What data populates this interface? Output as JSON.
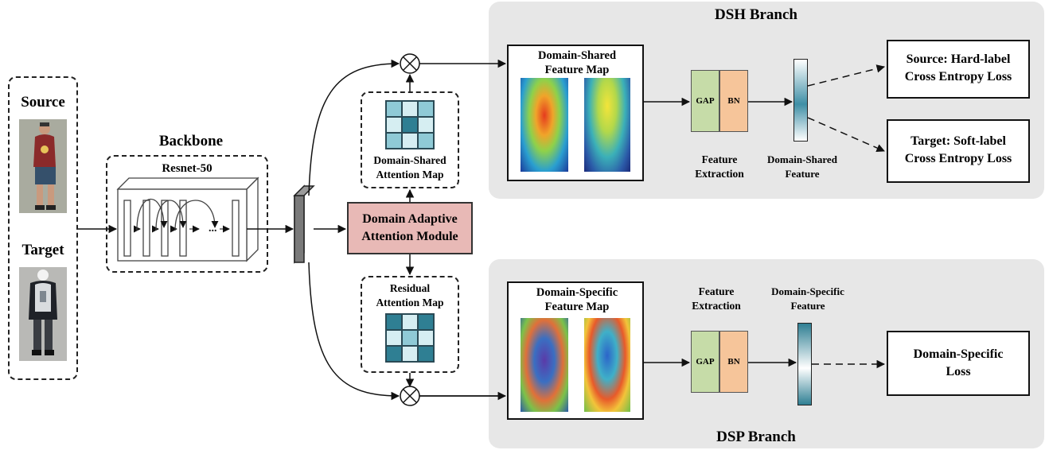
{
  "input": {
    "source_label": "Source",
    "target_label": "Target"
  },
  "backbone": {
    "title": "Backbone",
    "model": "Resnet-50",
    "ellipsis": "..."
  },
  "module": {
    "line1": "Domain Adaptive",
    "line2": "Attention Module"
  },
  "shared_attention": {
    "line1": "Domain-Shared",
    "line2": "Attention Map",
    "cells": [
      2,
      1,
      2,
      1,
      3,
      1,
      2,
      1,
      2
    ]
  },
  "residual_attention": {
    "line1": "Residual",
    "line2": "Attention Map",
    "cells": [
      3,
      1,
      3,
      1,
      2,
      1,
      3,
      1,
      3
    ]
  },
  "dsh": {
    "title": "DSH Branch",
    "feature_map_line1": "Domain-Shared",
    "feature_map_line2": "Feature Map",
    "gap": "GAP",
    "bn": "BN",
    "extraction_line1": "Feature",
    "extraction_line2": "Extraction",
    "feature_line1": "Domain-Shared",
    "feature_line2": "Feature",
    "loss1_line1": "Source: Hard-label",
    "loss1_line2": "Cross Entropy Loss",
    "loss2_line1": "Target: Soft-label",
    "loss2_line2": "Cross Entropy Loss"
  },
  "dsp": {
    "title": "DSP Branch",
    "feature_map_line1": "Domain-Specific",
    "feature_map_line2": "Feature Map",
    "gap": "GAP",
    "bn": "BN",
    "extraction_line1": "Feature",
    "extraction_line2": "Extraction",
    "feature_line1": "Domain-Specific",
    "feature_line2": "Feature",
    "loss_line1": "Domain-Specific",
    "loss_line2": "Loss"
  },
  "colors": {
    "panel": "#e7e7e7",
    "module": "#e8b9b6",
    "gap": "#c6dca8",
    "bn": "#f6c59a",
    "cell_light": "#d6eef2",
    "cell_mid": "#8fcad6",
    "cell_dark": "#2f7f93"
  }
}
